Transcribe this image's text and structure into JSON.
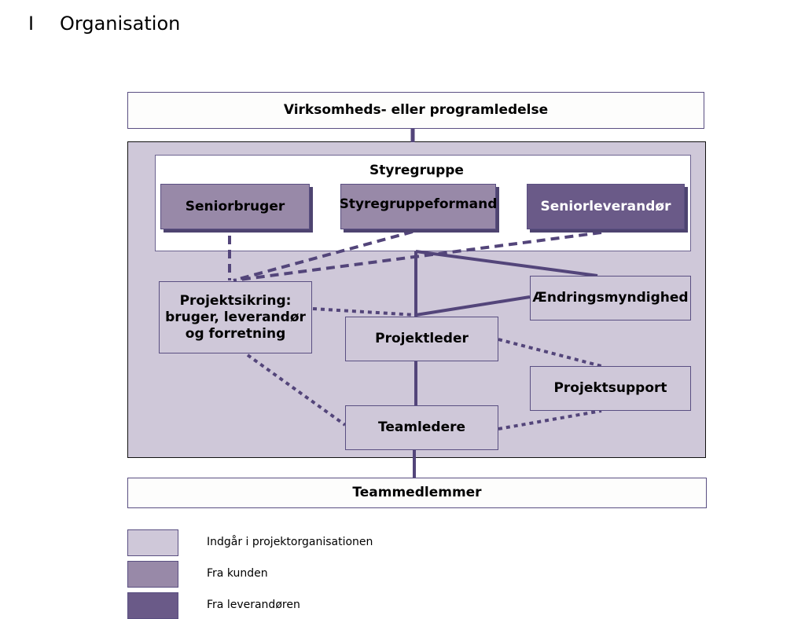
{
  "header": {
    "section_number": "I",
    "title": "Organisation"
  },
  "diagram": {
    "top": "Virksomheds- eller programledelse",
    "steering_group": {
      "title": "Styregruppe",
      "members": [
        "Seniorbruger",
        "Styregruppeformand",
        "Seniorleverandør"
      ]
    },
    "project_assurance": [
      "Projektsikring:",
      "bruger, leverandør",
      "og forretning"
    ],
    "change_authority": "Ændringsmyndighed",
    "project_manager": "Projektleder",
    "project_support": "Projektsupport",
    "team_managers": "Teamledere",
    "team_members": "Teammedlemmer",
    "colors": {
      "line": "#53457a",
      "light": "#cfc8d9",
      "mid": "#9889a8",
      "dark": "#6a5a88"
    }
  },
  "legend": [
    {
      "label": "Indgår i projektorganisationen",
      "color": "#cfc8d9"
    },
    {
      "label": "Fra kunden",
      "color": "#9889a8"
    },
    {
      "label": "Fra leverandøren",
      "color": "#6a5a88"
    }
  ]
}
